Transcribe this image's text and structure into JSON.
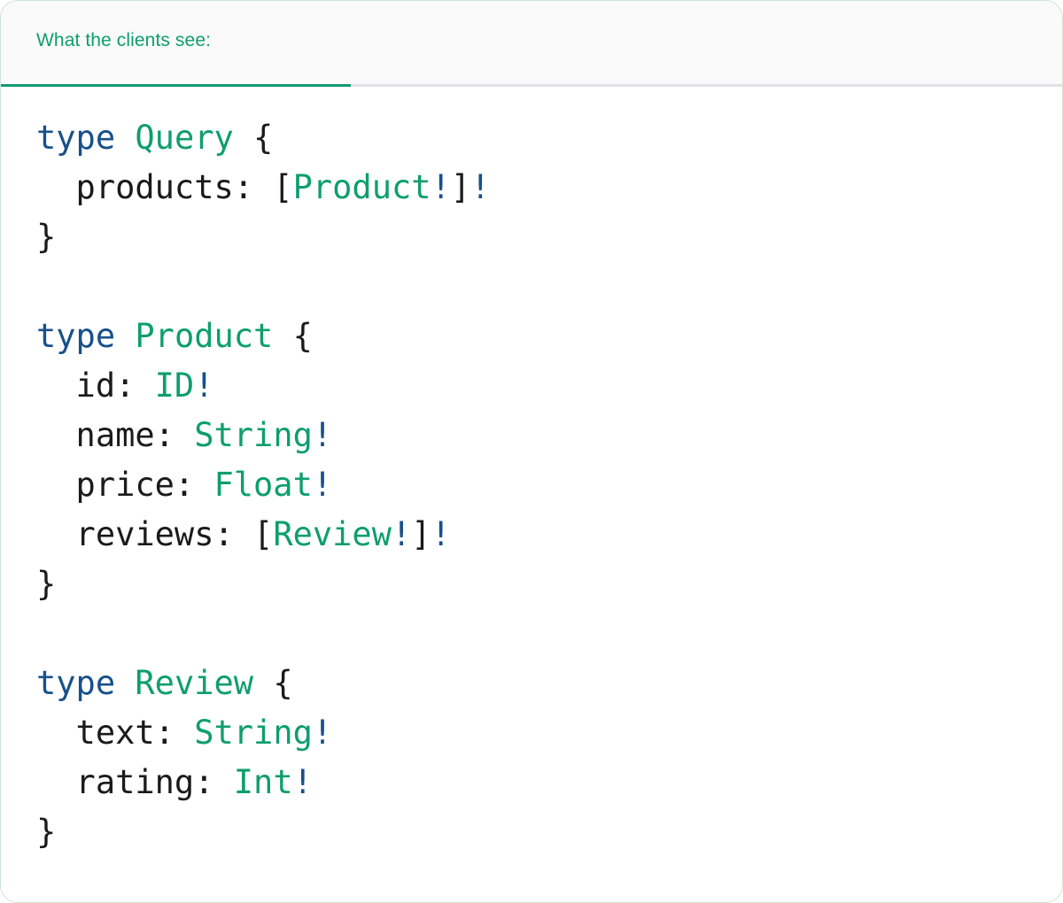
{
  "card": {
    "accent_color": "#0e9e6e",
    "border_color": "#cfe4d8",
    "header_background": "#fafafa",
    "body_background": "#ffffff"
  },
  "header": {
    "tab_label": "What the clients see:",
    "indicator_color": "#129a74",
    "rule_color": "#e2e2e4"
  },
  "code": {
    "language": "graphql",
    "token_colors": {
      "keyword": "#17508a",
      "type_name": "#0e9e6e",
      "non_null": "#17508a",
      "punctuation": "#1a1a1a"
    },
    "lines": [
      {
        "tokens": [
          {
            "t": "type",
            "c": "kw"
          },
          {
            "t": " ",
            "c": "pun"
          },
          {
            "t": "Query",
            "c": "type"
          },
          {
            "t": " {",
            "c": "pun"
          }
        ]
      },
      {
        "tokens": [
          {
            "t": "  products: [",
            "c": "pun"
          },
          {
            "t": "Product",
            "c": "type"
          },
          {
            "t": "!",
            "c": "bang"
          },
          {
            "t": "]",
            "c": "pun"
          },
          {
            "t": "!",
            "c": "bang"
          }
        ]
      },
      {
        "tokens": [
          {
            "t": "}",
            "c": "pun"
          }
        ]
      },
      {
        "blank": true
      },
      {
        "tokens": [
          {
            "t": "type",
            "c": "kw"
          },
          {
            "t": " ",
            "c": "pun"
          },
          {
            "t": "Product",
            "c": "type"
          },
          {
            "t": " {",
            "c": "pun"
          }
        ]
      },
      {
        "tokens": [
          {
            "t": "  id: ",
            "c": "pun"
          },
          {
            "t": "ID",
            "c": "type"
          },
          {
            "t": "!",
            "c": "bang"
          }
        ]
      },
      {
        "tokens": [
          {
            "t": "  name: ",
            "c": "pun"
          },
          {
            "t": "String",
            "c": "type"
          },
          {
            "t": "!",
            "c": "bang"
          }
        ]
      },
      {
        "tokens": [
          {
            "t": "  price: ",
            "c": "pun"
          },
          {
            "t": "Float",
            "c": "type"
          },
          {
            "t": "!",
            "c": "bang"
          }
        ]
      },
      {
        "tokens": [
          {
            "t": "  reviews: [",
            "c": "pun"
          },
          {
            "t": "Review",
            "c": "type"
          },
          {
            "t": "!",
            "c": "bang"
          },
          {
            "t": "]",
            "c": "pun"
          },
          {
            "t": "!",
            "c": "bang"
          }
        ]
      },
      {
        "tokens": [
          {
            "t": "}",
            "c": "pun"
          }
        ]
      },
      {
        "blank": true
      },
      {
        "tokens": [
          {
            "t": "type",
            "c": "kw"
          },
          {
            "t": " ",
            "c": "pun"
          },
          {
            "t": "Review",
            "c": "type"
          },
          {
            "t": " {",
            "c": "pun"
          }
        ]
      },
      {
        "tokens": [
          {
            "t": "  text: ",
            "c": "pun"
          },
          {
            "t": "String",
            "c": "type"
          },
          {
            "t": "!",
            "c": "bang"
          }
        ]
      },
      {
        "tokens": [
          {
            "t": "  rating: ",
            "c": "pun"
          },
          {
            "t": "Int",
            "c": "type"
          },
          {
            "t": "!",
            "c": "bang"
          }
        ]
      },
      {
        "tokens": [
          {
            "t": "}",
            "c": "pun"
          }
        ]
      }
    ]
  }
}
